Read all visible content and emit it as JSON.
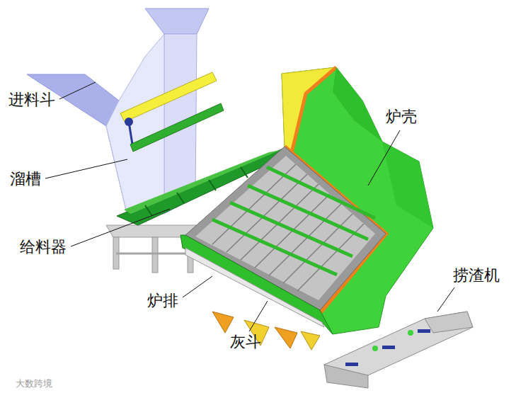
{
  "diagram": {
    "labels": [
      "进料斗",
      "炉壳",
      "溜槽",
      "给料器",
      "捞渣机",
      "炉排",
      "灰斗",
      "大数跨境"
    ]
  }
}
